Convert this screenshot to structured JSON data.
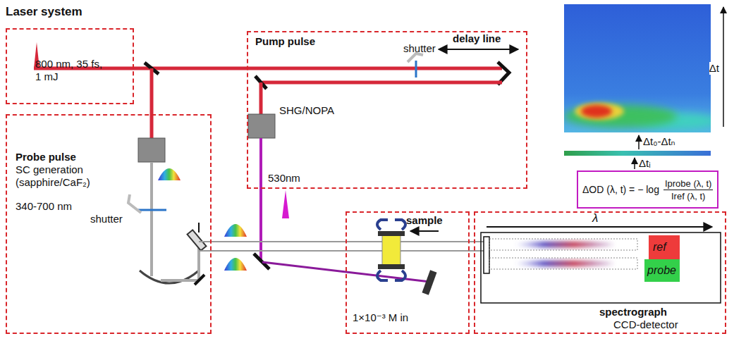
{
  "diagram": {
    "nodes": [
      {
        "text": [
          "Laser system",
          "800 nm, 35 fs, 1 mJ"
        ]
      },
      {
        "text": [
          "Pump pulse"
        ]
      },
      {
        "text": [
          "Probe pulse",
          "SC generation (sapphire/CaF₂)",
          "340-700 nm"
        ]
      },
      {
        "text": [
          "1×10⁻³ M in"
        ]
      },
      {
        "text": [
          "spectrograph",
          "CCD-detector"
        ]
      },
      {
        "text": [
          "ref"
        ],
        "in": 4
      },
      {
        "text": [
          "probe"
        ],
        "in": 4
      },
      {
        "text": [
          "ΔOD (λ, t) = − log",
          "Iprobe (λ, t)",
          "Iref (λ, t)"
        ]
      }
    ],
    "labels": [
      "shutter",
      "delay line",
      "SHG/NOPA",
      "530nm",
      "shutter",
      "sample",
      "λ",
      "Δt",
      "Δt₀-Δtₙ",
      "Δtᵢ"
    ]
  }
}
